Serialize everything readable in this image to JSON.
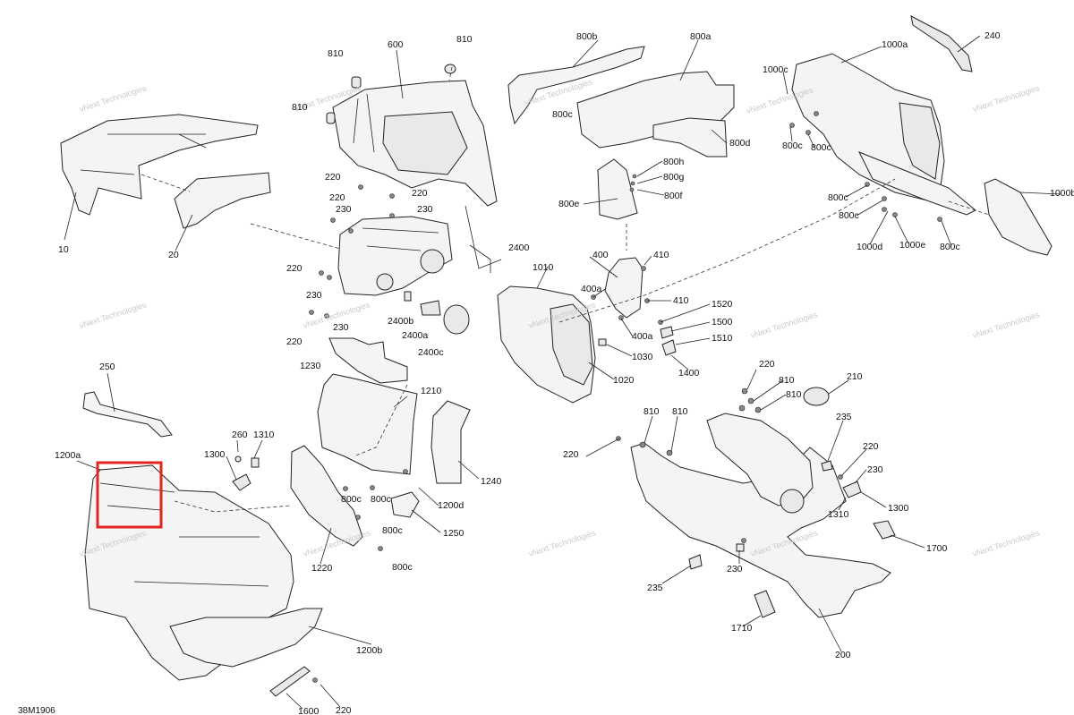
{
  "diagram_code": "38M1906",
  "watermark_text": "vNext Technologies",
  "highlight_color": "#e0261f",
  "callouts": [
    "10",
    "20",
    "600",
    "810",
    "810",
    "810",
    "220",
    "220",
    "230",
    "220",
    "230",
    "2400",
    "220",
    "230",
    "230",
    "220",
    "1230",
    "2400b",
    "2400a",
    "2400c",
    "250",
    "1200a",
    "260",
    "1310",
    "1300",
    "1210",
    "1240",
    "1200d",
    "800c",
    "800c",
    "800c",
    "800c",
    "1250",
    "1220",
    "1200b",
    "1600",
    "220",
    "800b",
    "800a",
    "800c",
    "800d",
    "800h",
    "800g",
    "800f",
    "800e",
    "400",
    "410",
    "400a",
    "410",
    "1010",
    "1520",
    "1500",
    "1510",
    "400a",
    "1030",
    "1400",
    "1020",
    "240",
    "1000a",
    "1000c",
    "800c",
    "800c",
    "800c",
    "800c",
    "1000d",
    "1000e",
    "800c",
    "1000b",
    "220",
    "810",
    "810",
    "210",
    "810",
    "810",
    "235",
    "220",
    "220",
    "230",
    "1300",
    "1310",
    "1700",
    "230",
    "235",
    "1710",
    "200"
  ]
}
